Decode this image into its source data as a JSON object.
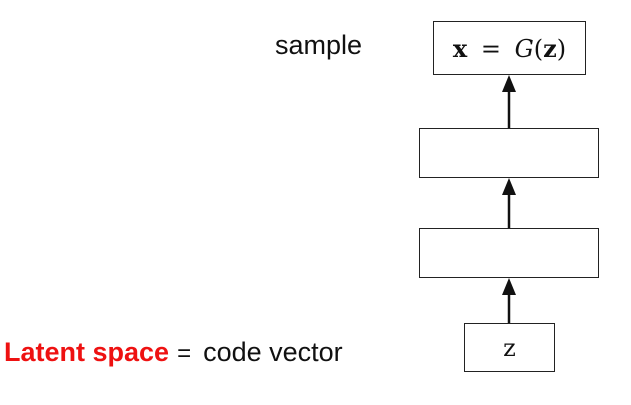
{
  "diagram": {
    "sample_label": "sample",
    "output_box": {
      "lhs": "x",
      "eq": "=",
      "func": "G",
      "open": "(",
      "arg": "z",
      "close": ")"
    },
    "input_box": {
      "symbol": "z"
    },
    "latent": {
      "term": "Latent space",
      "equals": "=",
      "description": "code vector"
    },
    "colors": {
      "highlight": "#ee1111",
      "line": "#111111"
    }
  }
}
